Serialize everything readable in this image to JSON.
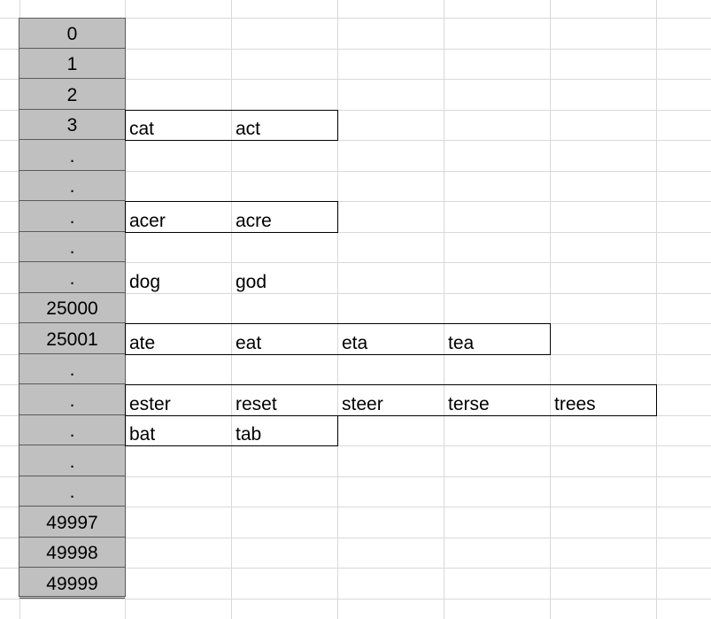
{
  "colors": {
    "gridline": "#d9d9d9",
    "index_fill": "#c0c0c0",
    "index_border": "#5a5a5a",
    "box_border": "#000000"
  },
  "index_labels": [
    "0",
    "1",
    "2",
    "3",
    ".",
    ".",
    ".",
    ".",
    ".",
    "25000",
    "25001",
    ".",
    ".",
    ".",
    ".",
    ".",
    "49997",
    "49998",
    "49999"
  ],
  "buckets": [
    {
      "row": 3,
      "words": [
        "cat",
        "act"
      ],
      "boxed": true
    },
    {
      "row": 6,
      "words": [
        "acer",
        "acre"
      ],
      "boxed": true
    },
    {
      "row": 8,
      "words": [
        "dog",
        "god"
      ],
      "boxed": false
    },
    {
      "row": 10,
      "words": [
        "ate",
        "eat",
        "eta",
        "tea"
      ],
      "boxed": true
    },
    {
      "row": 12,
      "words": [
        "ester",
        "reset",
        "steer",
        "terse",
        "trees"
      ],
      "boxed": true
    },
    {
      "row": 13,
      "words": [
        "bat",
        "tab"
      ],
      "boxed": true
    }
  ]
}
